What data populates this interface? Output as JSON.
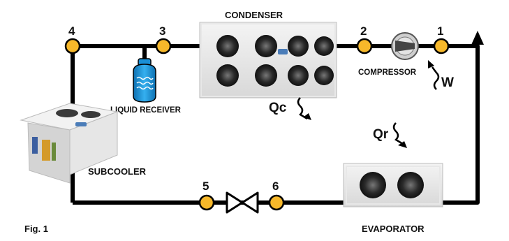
{
  "labels": {
    "condenser": "CONDENSER",
    "compressor": "COMPRESSOR",
    "liquid_receiver": "LIQUID RECEIVER",
    "subcooler": "SUBCOOLER",
    "evaporator": "EVAPORATOR",
    "figure": "Fig. 1"
  },
  "symbols": {
    "qc": "Qc",
    "qr": "Qr",
    "w": "W"
  },
  "points": [
    "1",
    "2",
    "3",
    "4",
    "5",
    "6"
  ],
  "colors": {
    "pipe": "#000000",
    "point_fill": "#f7b82a",
    "receiver": "#1a8fd6",
    "frame_bg": "#e6e6e6"
  }
}
